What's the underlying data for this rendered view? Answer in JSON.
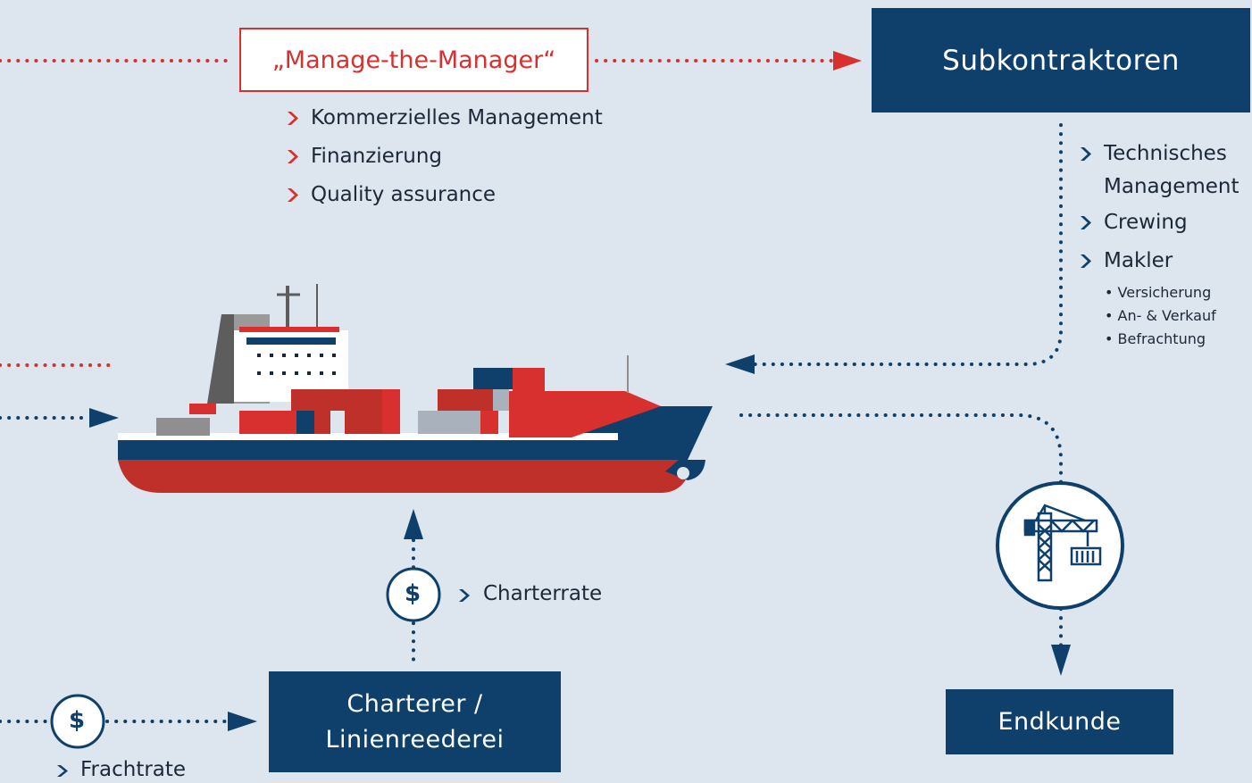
{
  "colors": {
    "background": "#dde5ee",
    "navy": "#0e406b",
    "red": "#d8302e",
    "text": "#1b2838"
  },
  "nodes": {
    "manage_the_manager": "„Manage-the-Manager“",
    "subkontraktoren": "Subkontraktoren",
    "charterer_line1": "Charterer /",
    "charterer_line2": "Linienreederei",
    "endkunde": "Endkunde"
  },
  "manager_services": [
    "Kommerzielles Management",
    "Finanzierung",
    "Quality assurance"
  ],
  "subcontractor_services": {
    "technisches_line1": "Technisches",
    "technisches_line2": "Management",
    "crewing": "Crewing",
    "makler": "Makler",
    "makler_sub": [
      "• Versicherung",
      "• An- & Verkauf",
      "• Befrachtung"
    ]
  },
  "payments": {
    "currency_symbol": "$",
    "charterrate": "Charterrate",
    "frachtrate": "Frachtrate"
  },
  "icons": [
    "ship-illustration",
    "crane-icon",
    "dollar-icon",
    "chevron-right-icon",
    "arrow-icon"
  ]
}
